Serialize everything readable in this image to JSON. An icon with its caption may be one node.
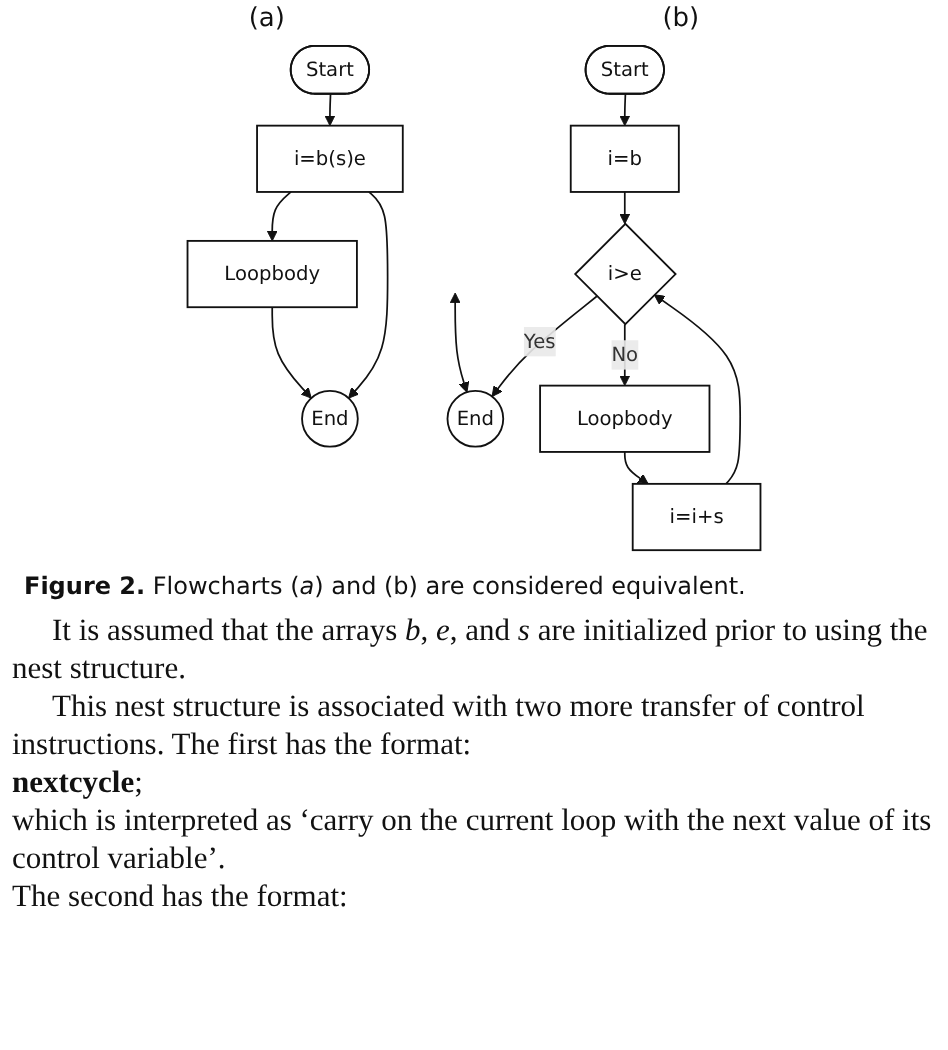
{
  "diagram": {
    "caption": "**Figure 2.** Flowcharts (*a*) and (b) are considered equivalent.",
    "nodes": [
      {
        "text": [
          "Start"
        ]
      },
      {
        "text": [
          "i=b(s)e"
        ]
      },
      {
        "text": [
          "Loopbody"
        ]
      },
      {
        "text": [
          "End"
        ]
      },
      {
        "text": [
          "Start"
        ]
      },
      {
        "text": [
          "i=b"
        ]
      },
      {
        "text": [
          "i>e"
        ]
      },
      {
        "text": [
          "End"
        ]
      },
      {
        "text": [
          "Loopbody"
        ]
      },
      {
        "text": [
          "i=i+s"
        ]
      }
    ],
    "edges": [
      {
        "from": 0,
        "to": 1,
        "arrow": "to"
      },
      {
        "from": 1,
        "to": 2,
        "arrow": "to"
      },
      {
        "from": 2,
        "to": 3,
        "arrow": "to"
      },
      {
        "from": 1,
        "to": 3,
        "arrow": "to"
      },
      {
        "from": null,
        "to": 7,
        "arrow": "both"
      },
      {
        "from": 4,
        "to": 5,
        "arrow": "to"
      },
      {
        "from": 5,
        "to": 6,
        "arrow": "to"
      },
      {
        "from": 6,
        "to": 7,
        "arrow": "to",
        "label": "Yes"
      },
      {
        "from": 6,
        "to": 8,
        "arrow": "to",
        "label": "No"
      },
      {
        "from": 8,
        "to": 9,
        "arrow": "to"
      },
      {
        "from": 9,
        "to": 6,
        "arrow": "to"
      }
    ],
    "labels": [
      "(a)",
      "(b)",
      "It is assumed that the arrays *b*, *e*, and *s* are initialized prior to using the nest structure.",
      "This nest structure is associated with two more transfer of control instructions. The first has the format:",
      "**nextcycle**;",
      "which is interpreted as ‘carry on the current loop with the next value of its control variable’.",
      "The second has the format:"
    ]
  }
}
